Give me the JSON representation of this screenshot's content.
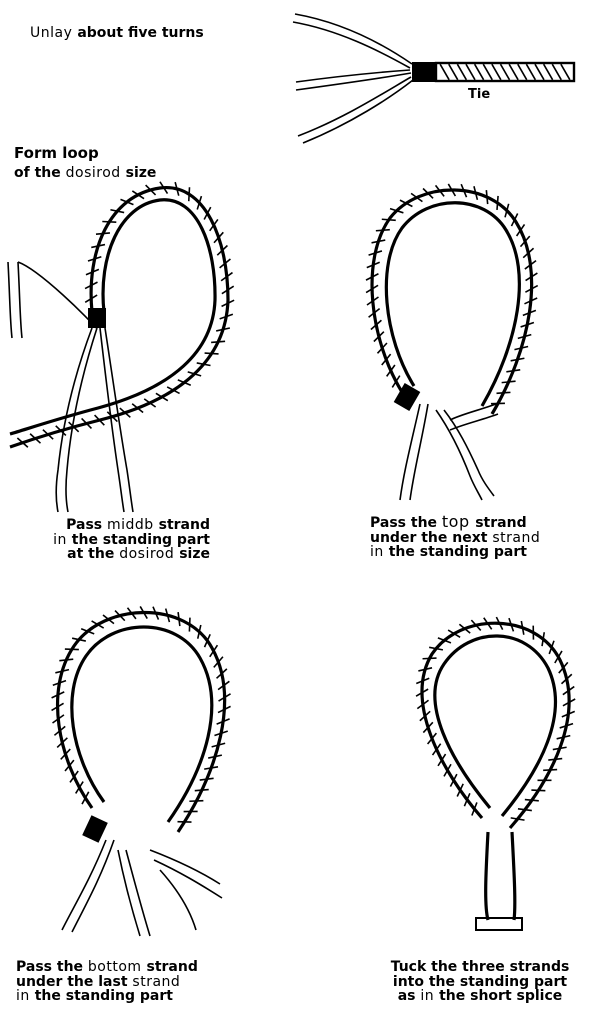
{
  "step1": {
    "caption": [
      {
        "t": "Unlay ",
        "w": "l"
      },
      {
        "t": "about five turns",
        "w": "b"
      }
    ],
    "tie_label": "Tie"
  },
  "step2": {
    "caption_line1": [
      {
        "t": "Form loop",
        "w": "b"
      }
    ],
    "caption_line2": [
      {
        "t": "of the ",
        "w": "b"
      },
      {
        "t": "dosirod ",
        "w": "l"
      },
      {
        "t": "size",
        "w": "b"
      }
    ]
  },
  "step3": {
    "lines": [
      [
        {
          "t": "Pass ",
          "w": "b"
        },
        {
          "t": "middb ",
          "w": "l"
        },
        {
          "t": "strand",
          "w": "b"
        }
      ],
      [
        {
          "t": "in ",
          "w": "l"
        },
        {
          "t": "the standing part",
          "w": "b"
        }
      ],
      [
        {
          "t": "at the ",
          "w": "b"
        },
        {
          "t": "dosirod ",
          "w": "l"
        },
        {
          "t": "size",
          "w": "b"
        }
      ]
    ]
  },
  "step4": {
    "lines": [
      [
        {
          "t": "Pass the ",
          "w": "b"
        },
        {
          "t": "top ",
          "w": "l"
        },
        {
          "t": "strand",
          "w": "b"
        }
      ],
      [
        {
          "t": "under the next ",
          "w": "b"
        },
        {
          "t": "strand",
          "w": "l"
        }
      ],
      [
        {
          "t": "in ",
          "w": "l"
        },
        {
          "t": "the standing part",
          "w": "b"
        }
      ]
    ]
  },
  "step5": {
    "lines": [
      [
        {
          "t": "Pass the ",
          "w": "b"
        },
        {
          "t": "bottom ",
          "w": "l"
        },
        {
          "t": "strand",
          "w": "b"
        }
      ],
      [
        {
          "t": "under the last ",
          "w": "b"
        },
        {
          "t": "strand",
          "w": "l"
        }
      ],
      [
        {
          "t": "in ",
          "w": "l"
        },
        {
          "t": "the standing part",
          "w": "b"
        }
      ]
    ]
  },
  "step6": {
    "lines": [
      [
        {
          "t": "Tuck the three strands",
          "w": "b"
        }
      ],
      [
        {
          "t": "into the standing part",
          "w": "b"
        }
      ],
      [
        {
          "t": "as ",
          "w": "b"
        },
        {
          "t": "in ",
          "w": "l"
        },
        {
          "t": "the short splice",
          "w": "b"
        }
      ]
    ]
  }
}
